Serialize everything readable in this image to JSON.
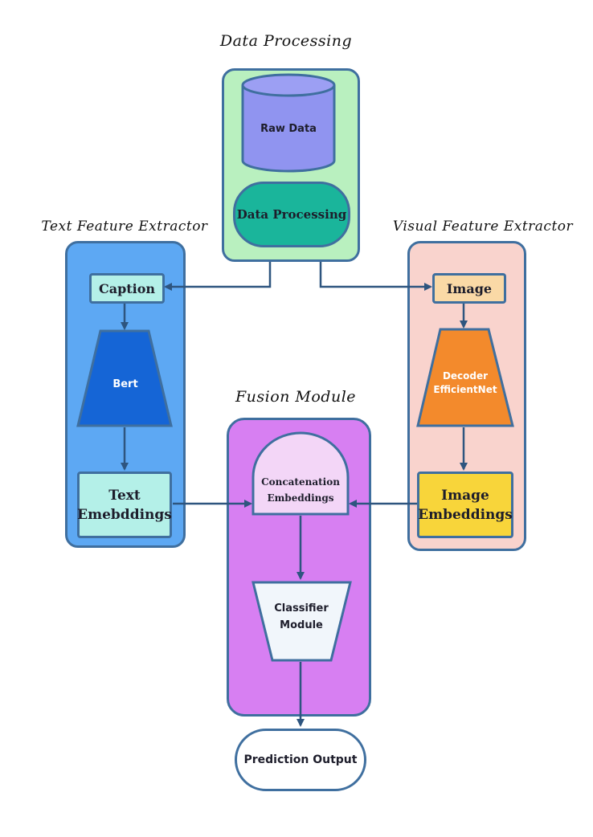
{
  "sections": {
    "data_processing": "Data Processing",
    "text_extractor": "Text Feature Extractor",
    "visual_extractor": "Visual Feature Extractor",
    "fusion": "Fusion Module"
  },
  "nodes": {
    "raw_data": "Raw Data",
    "data_processing": "Data Processing",
    "caption": "Caption",
    "bert": "Bert",
    "text_embeddings": "Text\nEmebddings",
    "image": "Image",
    "decoder": "Decoder\nEfficientNet",
    "image_embeddings": "Image\nEmbeddings",
    "concatenation": "Concatenation\nEmbeddings",
    "classifier": "Classifier\nModule",
    "prediction": "Prediction Output"
  },
  "colors": {
    "panel_border": "#3f6f9f",
    "data_panel": "#b9f0bf",
    "text_panel": "#5da8f3",
    "visual_panel": "#f9d3cd",
    "fusion_panel": "#d77ff2",
    "raw_data": "#9094f0",
    "data_processing": "#1ab59b",
    "caption": "#b4f0e8",
    "bert": "#1565d6",
    "image": "#fad9a6",
    "decoder": "#f38a2c",
    "image_embeddings": "#f8d53a",
    "concatenation": "#f3d6f7",
    "classifier": "#f1f6fb",
    "arrow": "#2e557f"
  }
}
